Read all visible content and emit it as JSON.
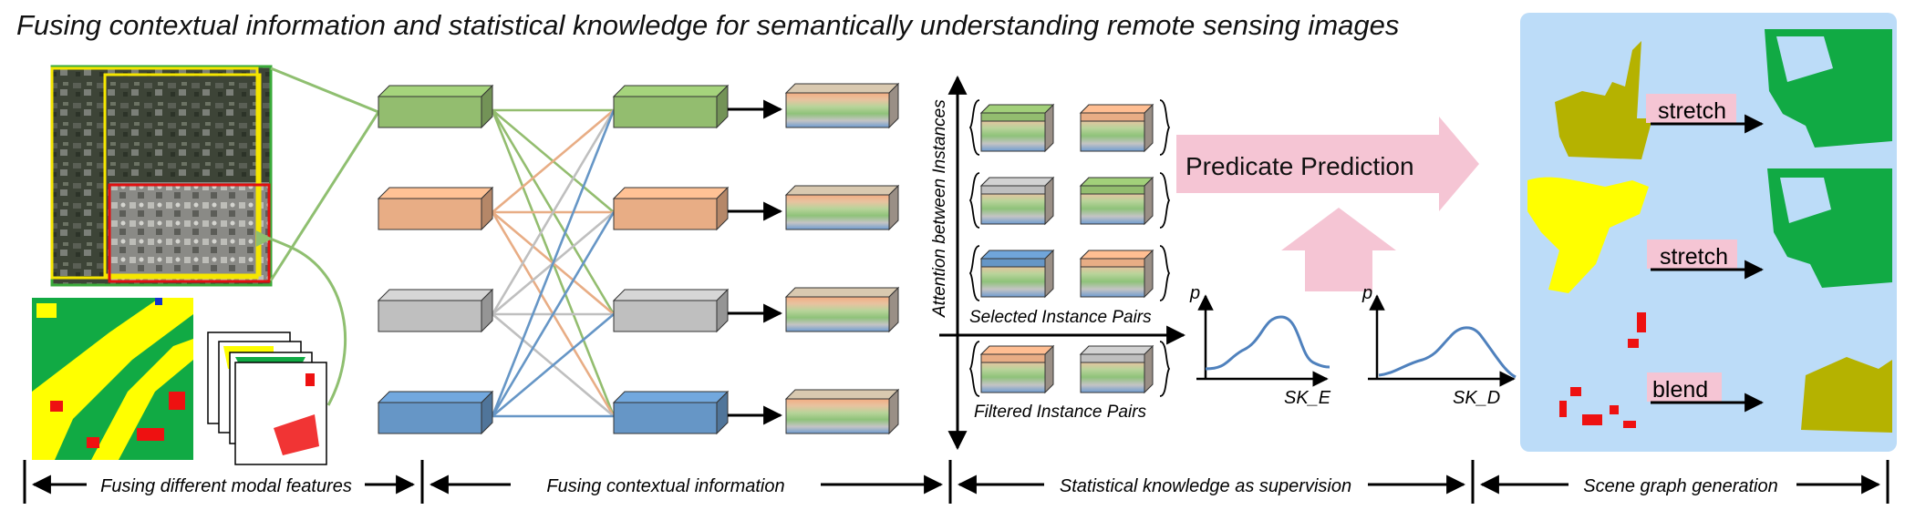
{
  "title": "Fusing contextual information and statistical knowledge for semantically understanding remote sensing images",
  "attention_axis_label": "Attention between Instances",
  "selected_pairs_label": "Selected Instance Pairs",
  "filtered_pairs_label": "Filtered Instance Pairs",
  "predicate_prediction_label": "Predicate Prediction",
  "distributions": [
    {
      "y_label": "p",
      "x_label": "SK_E"
    },
    {
      "y_label": "p",
      "x_label": "SK_D"
    }
  ],
  "operations": [
    "stretch",
    "stretch",
    "blend"
  ],
  "stages": [
    "Fusing different modal features",
    "Fusing contextual information",
    "Statistical knowledge as supervision",
    "Scene graph generation"
  ],
  "colors": {
    "green": "#93bd6f",
    "orange": "#e8ad85",
    "gray": "#bfbfbf",
    "blue": "#6696c6",
    "pink": "#f5c5d4",
    "scene_panel": "#bcdcf8",
    "mask_green": "#11aa44",
    "mask_olive": "#b5b200",
    "mask_yellow": "#ffff00",
    "mask_red": "#ee1111",
    "box_yellow": "#f5e600",
    "box_red": "#e01010",
    "box_green": "#3aaa3a"
  }
}
